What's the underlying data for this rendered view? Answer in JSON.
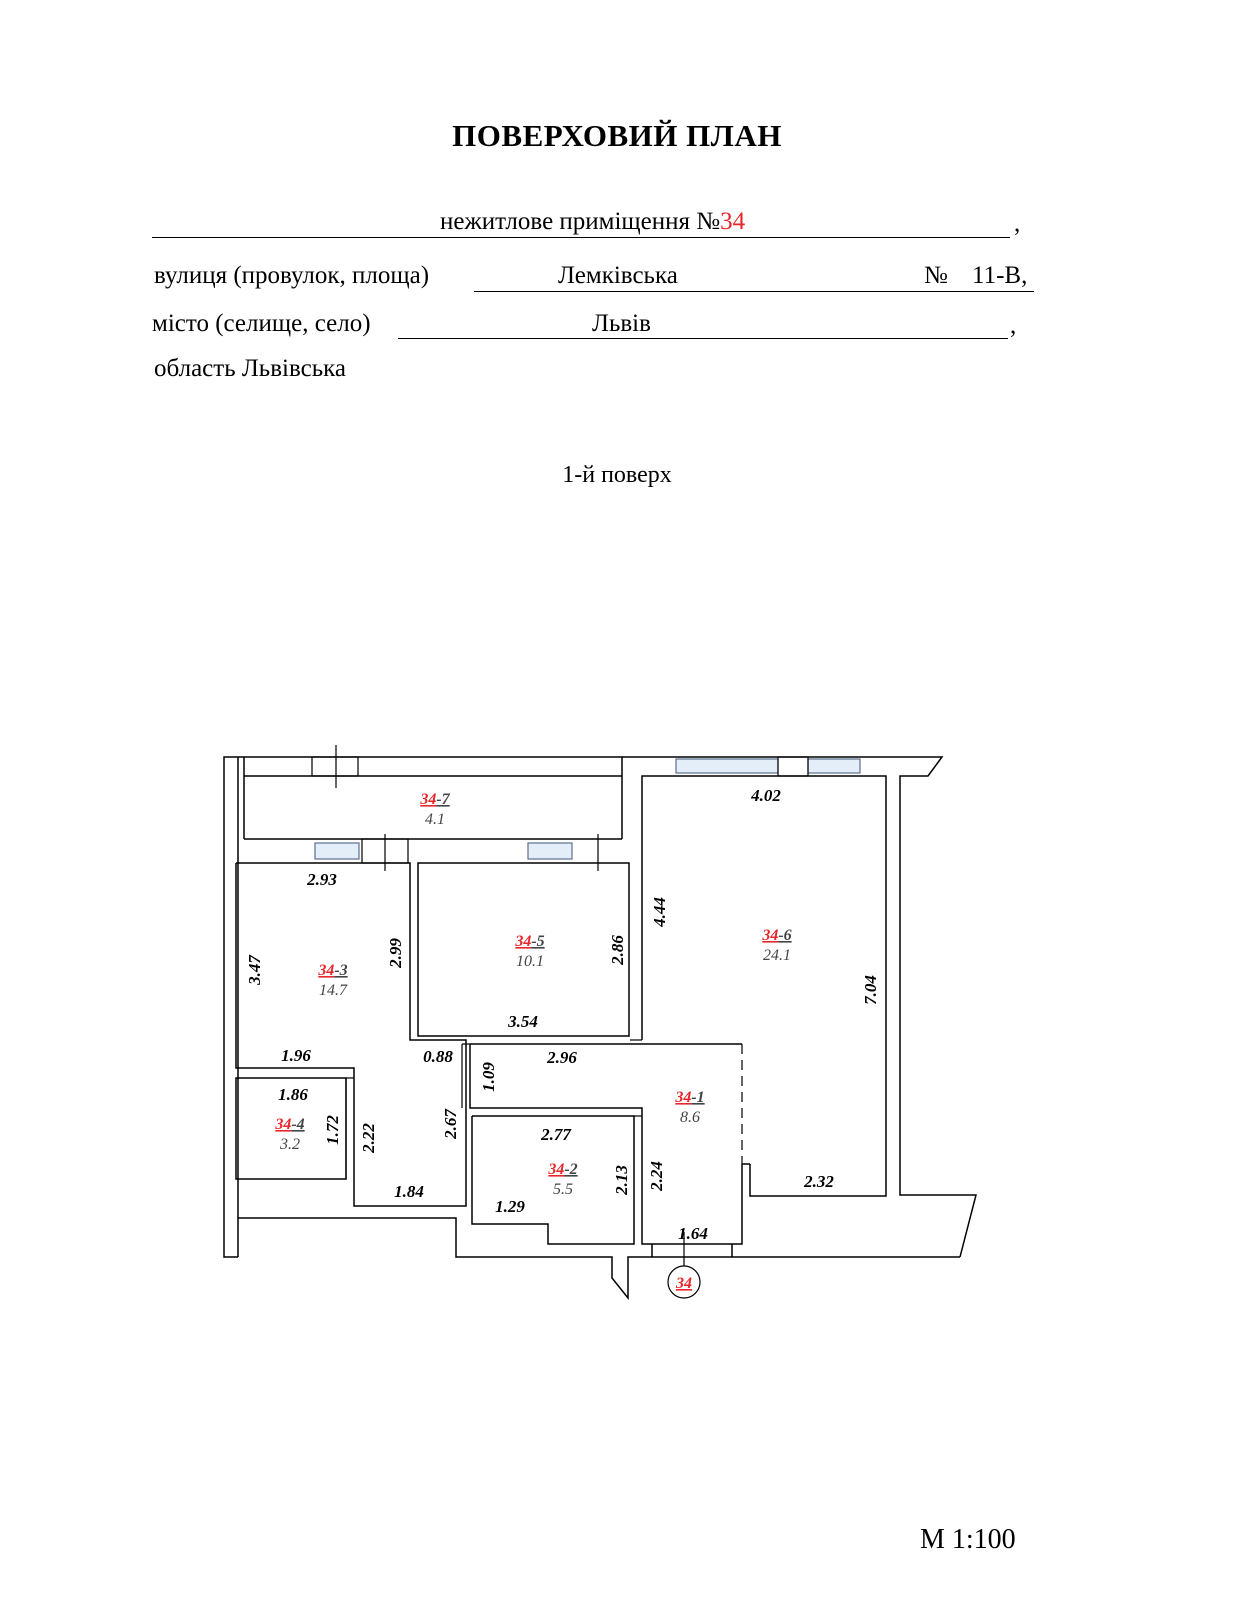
{
  "header": {
    "title": "ПОВЕРХОВИЙ ПЛАН",
    "premise_prefix": "нежитлове приміщення №",
    "premise_number": "34",
    "premise_comma": ",",
    "street_label": "вулиця (провулок, площа)",
    "street_value": "Лемківська",
    "house_label": "№",
    "house_value": "11-В,",
    "city_label": "місто (селище, село)",
    "city_value": "Львів",
    "city_comma": ",",
    "region_line": "область Львівська"
  },
  "floor_label": "1-й поверх",
  "scale": "М 1:100",
  "rooms": [
    {
      "id": "34-7",
      "prefix": "34",
      "suffix": "-7",
      "area": "4.1"
    },
    {
      "id": "34-5",
      "prefix": "34",
      "suffix": "-5",
      "area": "10.1"
    },
    {
      "id": "34-6",
      "prefix": "34",
      "suffix": "-6",
      "area": "24.1"
    },
    {
      "id": "34-3",
      "prefix": "34",
      "suffix": "-3",
      "area": "14.7"
    },
    {
      "id": "34-1",
      "prefix": "34",
      "suffix": "-1",
      "area": "8.6"
    },
    {
      "id": "34-4",
      "prefix": "34",
      "suffix": "-4",
      "area": "3.2"
    },
    {
      "id": "34-2",
      "prefix": "34",
      "suffix": "-2",
      "area": "5.5"
    }
  ],
  "dimensions": {
    "d402": "4.02",
    "d293": "2.93",
    "d347": "3.47",
    "d299": "2.99",
    "d286": "2.86",
    "d444": "4.44",
    "d704": "7.04",
    "d354": "3.54",
    "d196": "1.96",
    "d088": "0.88",
    "d109": "1.09",
    "d296": "2.96",
    "d186": "1.86",
    "d172": "1.72",
    "d222": "2.22",
    "d267": "2.67",
    "d277": "2.77",
    "d213": "2.13",
    "d224": "2.24",
    "d184": "1.84",
    "d129": "1.29",
    "d164": "1.64",
    "d232": "2.32"
  },
  "entrance_marker": "34"
}
